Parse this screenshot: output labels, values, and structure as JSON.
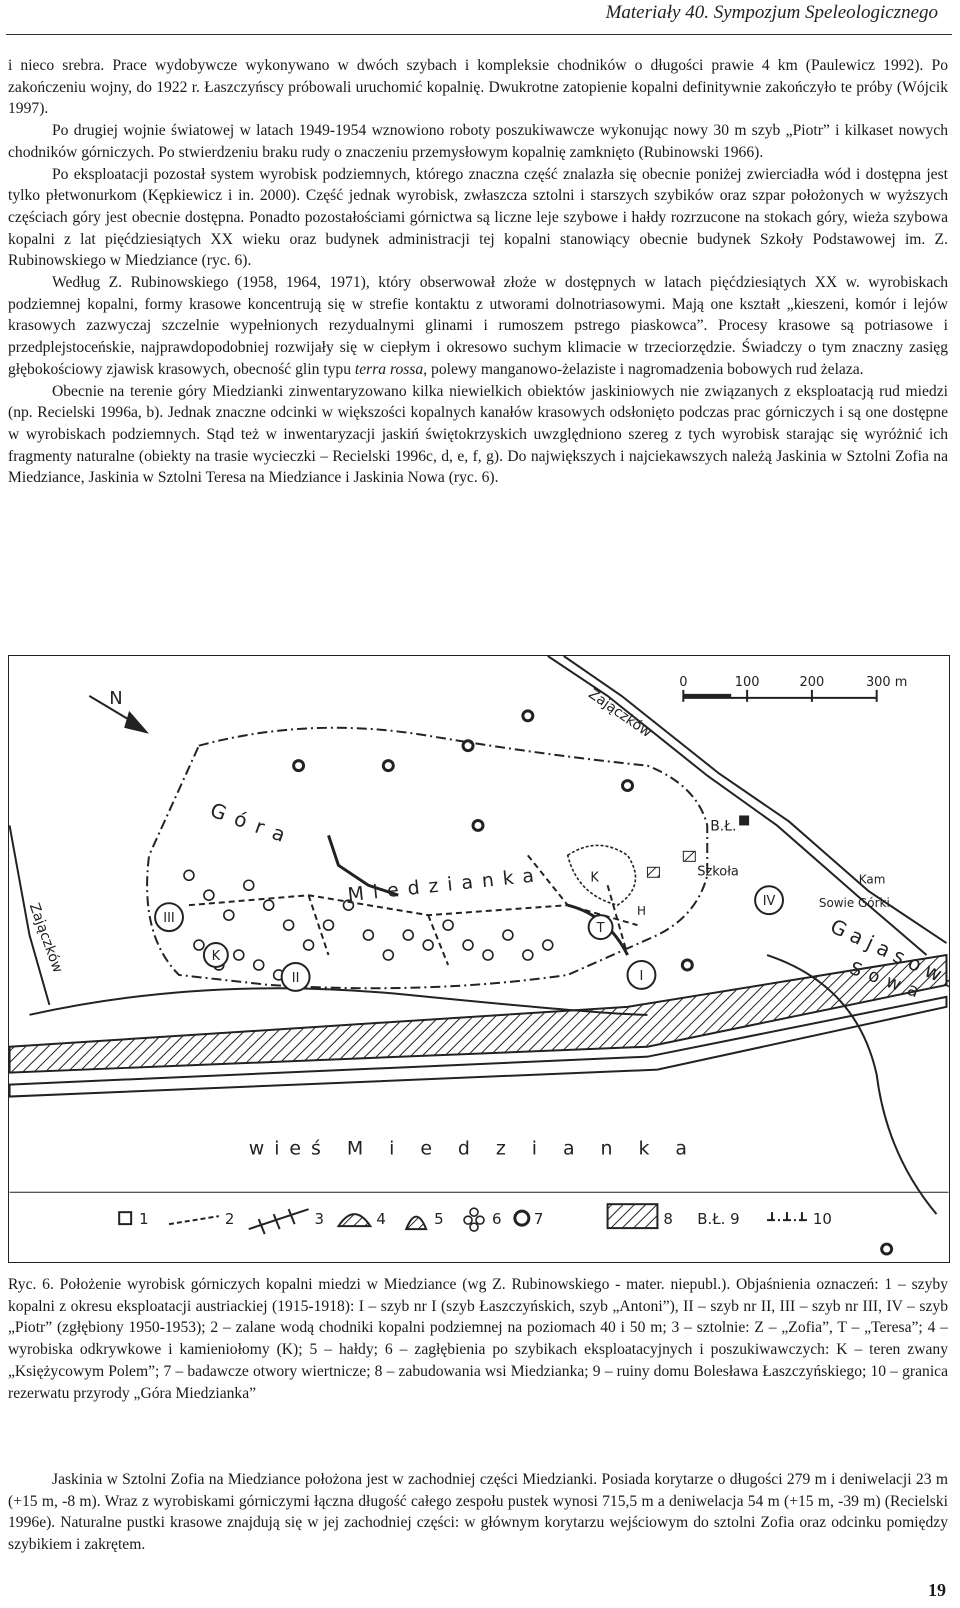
{
  "header": {
    "running_title": "Materiały 40. Sympozjum Speleologicznego"
  },
  "body": {
    "p1": "i nieco srebra. Prace wydobywcze wykonywano w dwóch szybach i kompleksie chodników o długości prawie 4 km (Paulewicz 1992). Po zakończeniu wojny, do 1922 r. Łaszczyńscy próbowali uruchomić kopalnię. Dwukrotne zatopienie kopalni definitywnie zakończyło te próby (Wójcik 1997).",
    "p2": "Po drugiej wojnie światowej w latach 1949-1954 wznowiono roboty poszukiwawcze wykonując nowy 30 m szyb „Piotr” i kilkaset nowych chodników górniczych. Po stwierdzeniu braku rudy o znaczeniu przemysłowym kopalnię zamknięto (Rubinowski 1966).",
    "p3": "Po eksploatacji pozostał system wyrobisk podziemnych, którego znaczna część znalazła się obecnie poniżej zwierciadła wód i dostępna jest tylko płetwonurkom (Kępkiewicz i in. 2000). Część jednak wyrobisk, zwłaszcza sztolni i starszych szybików oraz szpar położonych w wyższych częściach góry jest obecnie dostępna. Ponadto pozostałościami górnictwa są liczne leje szybowe i hałdy rozrzucone na stokach góry, wieża szybowa kopalni z lat pięćdziesiątych XX wieku oraz budynek administracji tej kopalni stanowiący obecnie budynek Szkoły Podstawowej im. Z. Rubinowskiego w Miedziance (ryc. 6).",
    "p4_a": "Według Z. Rubinowskiego (1958, 1964, 1971), który obserwował złoże w dostępnych w latach pięćdziesiątych XX w. wyrobiskach podziemnej kopalni, formy krasowe koncentrują się w strefie kontaktu z utworami dolnotriasowymi. Mają one kształt „kieszeni, komór i lejów krasowych zazwyczaj szczelnie wypełnionych rezydualnymi glinami i rumoszem pstrego piaskowca”. Procesy krasowe są potriasowe i przedplejstoceńskie, najprawdopodobniej rozwijały się w ciepłym i okresowo suchym klimacie w trzeciorzędzie. Świadczy o tym znaczny zasięg głębokościowy zjawisk krasowych, obecność glin typu ",
    "p4_italic": "terra rossa",
    "p4_b": ", polewy manganowo-żelaziste i nagromadzenia bobowych rud żelaza.",
    "p5": "Obecnie na terenie góry Miedzianki zinwentaryzowano kilka niewielkich obiektów jaskiniowych nie związanych z eksploatacją rud miedzi (np. Recielski 1996a, b). Jednak znaczne odcinki w większości kopalnych kanałów krasowych odsłonięto podczas prac górniczych i są one dostępne w wyrobiskach podziemnych. Stąd też w inwentaryzacji jaskiń świętokrzyskich uwzględniono szereg z tych wyrobisk starając się wyróżnić ich fragmenty naturalne (obiekty na trasie wycieczki – Recielski 1996c, d, e, f, g). Do największych i najciekawszych należą Jaskinia w Sztolni Zofia na Miedziance, Jaskinia w Sztolni Teresa na Miedziance i Jaskinia Nowa (ryc. 6)."
  },
  "map": {
    "road_top": "Zajączków",
    "road_left": "Zajączków",
    "hill_label": "Góra",
    "miedzianka_label": "Miedzianka",
    "village_label": "wieś   M i e d z i a n k a",
    "gajasowa": "Gajasowa",
    "sowa": "Sowa",
    "kam": "Kam",
    "sowie_gorki": "Sowie Górki",
    "szkola": "Szkoła",
    "bl": "B.Ł.",
    "mark_k": "K",
    "mark_h": "H",
    "mark_t": "T",
    "mark_i": "I",
    "mark_ii": "II",
    "mark_iii": "III",
    "mark_iv": "IV",
    "north": "N",
    "scale_ticks": [
      "0",
      "100",
      "200",
      "300 m"
    ],
    "legend": [
      "1",
      "2",
      "3",
      "4",
      "5",
      "6",
      "7",
      "8",
      "B.Ł. 9",
      "10"
    ]
  },
  "caption": {
    "text": "Ryc. 6. Położenie wyrobisk górniczych kopalni miedzi w Miedziance (wg Z. Rubinowskiego - mater. niepubl.). Objaśnienia oznaczeń: 1 – szyby kopalni z okresu eksploatacji austriackiej (1915-1918): I – szyb nr I (szyb Łaszczyńskich, szyb „Antoni”), II – szyb nr II, III – szyb nr III, IV – szyb „Piotr” (zgłębiony 1950-1953); 2 – zalane wodą chodniki kopalni podziemnej na poziomach 40 i 50 m; 3 – sztolnie: Z – „Zofia”, T – „Teresa”; 4 – wyrobiska odkrywkowe i kamieniołomy (K); 5 – hałdy; 6 – zagłębienia po szybikach eksploatacyjnych i poszukiwawczych: K – teren zwany „Księżycowym Polem”; 7 – badawcze otwory wiertnicze; 8 – zabudowania wsi Miedzianka; 9 – ruiny domu Bolesława Łaszczyńskiego; 10 – granica rezerwatu przyrody „Góra Miedzianka”"
  },
  "bottom": {
    "text": "Jaskinia w Sztolni Zofia na Miedziance położona jest w zachodniej części Miedzianki. Posiada korytarze o długości 279 m i deniwelacji 23 m (+15 m, -8 m). Wraz z wyrobiskami górniczymi łączna długość całego zespołu pustek wynosi 715,5 m a deniwelacja 54 m (+15 m, -39 m) (Recielski 1996e). Naturalne pustki krasowe znajdują się w jej zachodniej części: w głównym korytarzu wejściowym do sztolni Zofia oraz odcinku pomiędzy szybikiem i zakrętem."
  },
  "page": {
    "number": "19"
  }
}
